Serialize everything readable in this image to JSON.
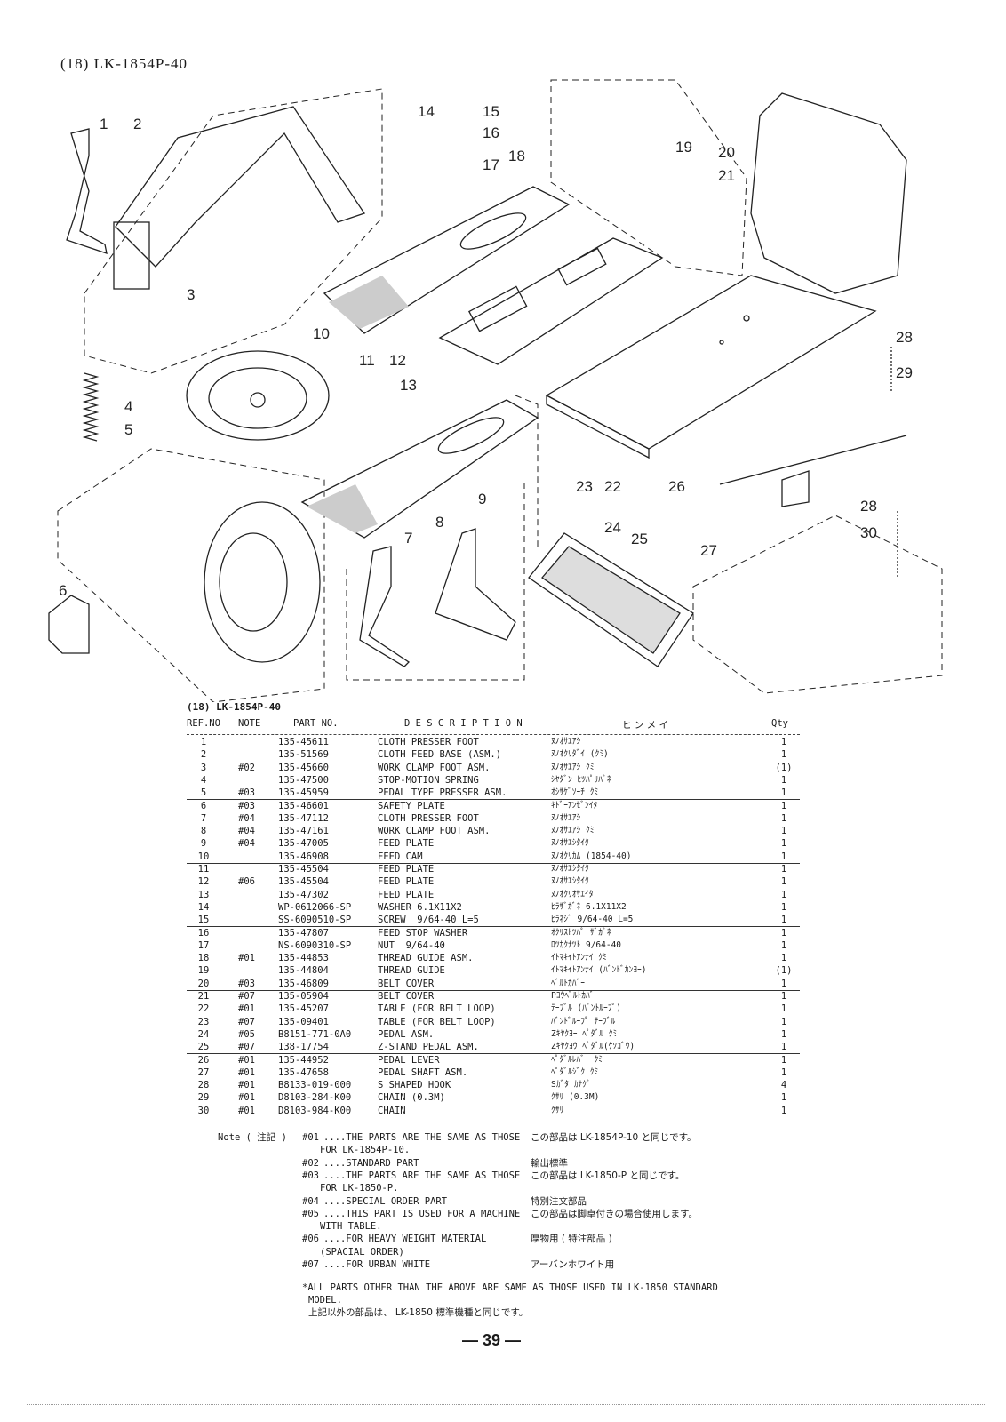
{
  "page_title": "(18) LK-1854P-40",
  "diagram": {
    "callouts": [
      "1",
      "2",
      "3",
      "4",
      "5",
      "6",
      "7",
      "8",
      "9",
      "10",
      "11",
      "12",
      "13",
      "14",
      "15",
      "16",
      "17",
      "18",
      "19",
      "20",
      "21",
      "22",
      "23",
      "24",
      "25",
      "26",
      "27",
      "28",
      "28",
      "29",
      "30"
    ]
  },
  "parts_list": {
    "title": "(18) LK-1854P-40",
    "headers": {
      "ref": "REF.NO",
      "note": "NOTE",
      "part": "PART NO.",
      "desc": "D E S C R I P T I O N",
      "kana": "ヒ ン メ イ",
      "qty": "Qty"
    },
    "rows": [
      {
        "ref": "1",
        "note": "",
        "part": "135-45611",
        "desc": "CLOTH PRESSER FOOT",
        "kana": "ﾇﾉｵｻｴｱｼ",
        "qty": "1"
      },
      {
        "ref": "2",
        "note": "",
        "part": "135-51569",
        "desc": "CLOTH FEED BASE (ASM.)",
        "kana": "ﾇﾉｵｸﾘﾀﾞｲ (ｸﾐ)",
        "qty": "1"
      },
      {
        "ref": "3",
        "note": "#02",
        "part": "135-45660",
        "desc": "WORK CLAMP FOOT ASM.",
        "kana": "ﾇﾉｵｻｴｱｼ ｸﾐ",
        "qty": "(1)"
      },
      {
        "ref": "4",
        "note": "",
        "part": "135-47500",
        "desc": "STOP-MOTION SPRING",
        "kana": "ｼﾔﾀﾞﾝ ﾋﾂﾊﾟﾘﾊﾞﾈ",
        "qty": "1"
      },
      {
        "ref": "5",
        "note": "#03",
        "part": "135-45959",
        "desc": "PEDAL TYPE PRESSER ASM.",
        "kana": "ｵｼｻｹﾞｿｰﾁ ｸﾐ",
        "qty": "1"
      },
      {
        "ref": "6",
        "note": "#03",
        "part": "135-46601",
        "desc": "SAFETY PLATE",
        "kana": "ｷﾄﾞｰｱﾝｾﾞﾝｲﾀ",
        "qty": "1"
      },
      {
        "ref": "7",
        "note": "#04",
        "part": "135-47112",
        "desc": "CLOTH PRESSER FOOT",
        "kana": "ﾇﾉｵｻｴｱｼ",
        "qty": "1"
      },
      {
        "ref": "8",
        "note": "#04",
        "part": "135-47161",
        "desc": "WORK CLAMP FOOT ASM.",
        "kana": "ﾇﾉｵｻｴｱｼ ｸﾐ",
        "qty": "1"
      },
      {
        "ref": "9",
        "note": "#04",
        "part": "135-47005",
        "desc": "FEED PLATE",
        "kana": "ﾇﾉｵｻｴｼﾀｲﾀ",
        "qty": "1"
      },
      {
        "ref": "10",
        "note": "",
        "part": "135-46908",
        "desc": "FEED CAM",
        "kana": "ﾇﾉｵｸﾘｶﾑ (1854-40)",
        "qty": "1"
      },
      {
        "ref": "11",
        "note": "",
        "part": "135-45504",
        "desc": "FEED PLATE",
        "kana": "ﾇﾉｵｻｴｼﾀｲﾀ",
        "qty": "1"
      },
      {
        "ref": "12",
        "note": "#06",
        "part": "135-45504",
        "desc": "FEED PLATE",
        "kana": "ﾇﾉｵｻｴｼﾀｲﾀ",
        "qty": "1"
      },
      {
        "ref": "13",
        "note": "",
        "part": "135-47302",
        "desc": "FEED PLATE",
        "kana": "ﾇﾉｵｸﾘｵｻｴｲﾀ",
        "qty": "1"
      },
      {
        "ref": "14",
        "note": "",
        "part": "WP-0612066-SP",
        "desc": "WASHER 6.1X11X2",
        "kana": "ﾋﾗｻﾞｶﾞﾈ 6.1X11X2",
        "qty": "1"
      },
      {
        "ref": "15",
        "note": "",
        "part": "SS-6090510-SP",
        "desc": "SCREW  9/64-40 L=5",
        "kana": "ﾋﾗﾈｼﾞ 9/64-40 L=5",
        "qty": "1"
      },
      {
        "ref": "16",
        "note": "",
        "part": "135-47807",
        "desc": "FEED STOP WASHER",
        "kana": "ｵｸﾘｽﾄﾂﾊﾟ ｻﾞｶﾞﾈ",
        "qty": "1"
      },
      {
        "ref": "17",
        "note": "",
        "part": "NS-6090310-SP",
        "desc": "NUT  9/64-40",
        "kana": "ﾛﾂｶｸﾅﾂﾄ 9/64-40",
        "qty": "1"
      },
      {
        "ref": "18",
        "note": "#01",
        "part": "135-44853",
        "desc": "THREAD GUIDE ASM.",
        "kana": "ｲﾄﾏｷｲﾄｱﾝﾅｲ ｸﾐ",
        "qty": "1"
      },
      {
        "ref": "19",
        "note": "",
        "part": "135-44804",
        "desc": "THREAD GUIDE",
        "kana": "ｲﾄﾏｷｲﾄｱﾝﾅｲ (ﾊﾞﾝﾄﾞｶﾝﾖｰ)",
        "qty": "(1)"
      },
      {
        "ref": "20",
        "note": "#03",
        "part": "135-46809",
        "desc": "BELT COVER",
        "kana": "ﾍﾞﾙﾄｶﾊﾞｰ",
        "qty": "1"
      },
      {
        "ref": "21",
        "note": "#07",
        "part": "135-05904",
        "desc": "BELT COVER",
        "kana": "Pﾖｳﾍﾞﾙﾄｶﾊﾞｰ",
        "qty": "1"
      },
      {
        "ref": "22",
        "note": "#01",
        "part": "135-45207",
        "desc": "TABLE (FOR BELT LOOP)",
        "kana": "ﾃｰﾌﾞﾙ (ﾊﾞﾝﾄﾙｰﾌﾟ)",
        "qty": "1"
      },
      {
        "ref": "23",
        "note": "#07",
        "part": "135-09401",
        "desc": "TABLE (FOR BELT LOOP)",
        "kana": "ﾊﾞﾝﾄﾞﾙｰﾌﾟ ﾃｰﾌﾞﾙ",
        "qty": "1"
      },
      {
        "ref": "24",
        "note": "#05",
        "part": "B8151-771-0A0",
        "desc": "PEDAL ASM.",
        "kana": "Zｷﾔｸﾖｰ ﾍﾟﾀﾞﾙ ｸﾐ",
        "qty": "1"
      },
      {
        "ref": "25",
        "note": "#07",
        "part": "138-17754",
        "desc": "Z-STAND PEDAL ASM.",
        "kana": "Zｷﾔｸﾖｳ ﾍﾟﾀﾞﾙ(ｹｿｺﾞｳ)",
        "qty": "1"
      },
      {
        "ref": "26",
        "note": "#01",
        "part": "135-44952",
        "desc": "PEDAL LEVER",
        "kana": "ﾍﾟﾀﾞﾙﾚﾊﾞｰ ｸﾐ",
        "qty": "1"
      },
      {
        "ref": "27",
        "note": "#01",
        "part": "135-47658",
        "desc": "PEDAL SHAFT ASM.",
        "kana": "ﾍﾟﾀﾞﾙｼﾞｸ ｸﾐ",
        "qty": "1"
      },
      {
        "ref": "28",
        "note": "#01",
        "part": "B8133-019-000",
        "desc": "S SHAPED HOOK",
        "kana": "Sｶﾞﾀ ｶﾅｸﾞ",
        "qty": "4"
      },
      {
        "ref": "29",
        "note": "#01",
        "part": "D8103-284-K00",
        "desc": "CHAIN (0.3M)",
        "kana": "ｸｻﾘ (0.3M)",
        "qty": "1"
      },
      {
        "ref": "30",
        "note": "#01",
        "part": "D8103-984-K00",
        "desc": "CHAIN",
        "kana": "ｸｻﾘ",
        "qty": "1"
      }
    ]
  },
  "notes": {
    "label": "Note ( 注記 )",
    "items": [
      {
        "code": "#01",
        "en": "....THE PARTS ARE THE SAME AS THOSE",
        "en2": "FOR LK-1854P-10.",
        "jp": "この部品は LK-1854P-10 と同じです。"
      },
      {
        "code": "#02",
        "en": "....STANDARD PART",
        "en2": "",
        "jp": "輸出標準"
      },
      {
        "code": "#03",
        "en": "....THE PARTS ARE THE SAME AS THOSE",
        "en2": "FOR LK-1850-P.",
        "jp": "この部品は LK-1850-P と同じです。"
      },
      {
        "code": "#04",
        "en": "....SPECIAL ORDER PART",
        "en2": "",
        "jp": "特別注文部品"
      },
      {
        "code": "#05",
        "en": "....THIS PART IS USED FOR A MACHINE",
        "en2": "WITH TABLE.",
        "jp": "この部品は脚卓付きの場合使用します。"
      },
      {
        "code": "#06",
        "en": "....FOR HEAVY WEIGHT MATERIAL",
        "en2": "(SPACIAL ORDER)",
        "jp": "厚物用 ( 特注部品 )"
      },
      {
        "code": "#07",
        "en": "....FOR URBAN WHITE",
        "en2": "",
        "jp": "アーバンホワイト用"
      }
    ],
    "footer_en": "*ALL PARTS OTHER THAN THE ABOVE ARE SAME AS THOSE USED IN LK-1850 STANDARD",
    "footer_en2": "MODEL.",
    "footer_jp": "上記以外の部品は、 LK-1850 標準機種と同じです。"
  },
  "page_number": "— 39 —"
}
